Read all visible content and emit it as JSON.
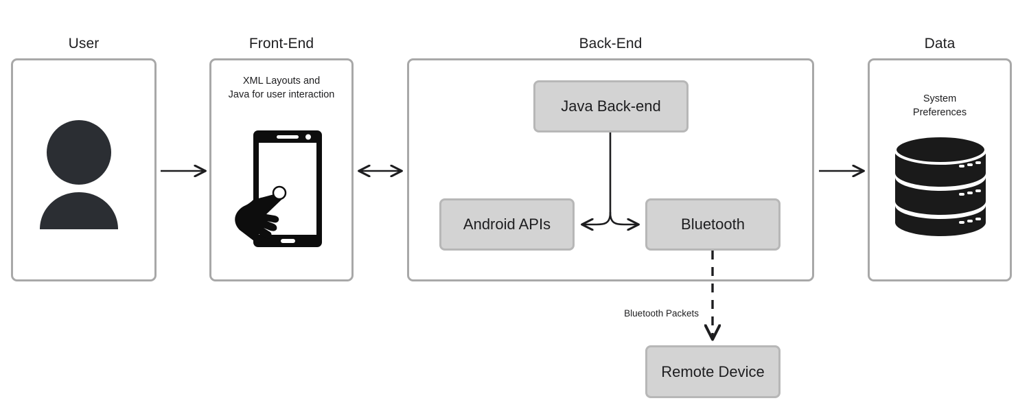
{
  "diagram": {
    "title_visible": false,
    "background": "#ffffff",
    "panel_border_color": "#a8a8a8",
    "node_fill_color": "#d3d3d3",
    "node_border_color": "#b7b7b7",
    "ink_color": "#1d1d1f"
  },
  "groups": [
    {
      "id": "user",
      "label": "User"
    },
    {
      "id": "front_end",
      "label": "Front-End"
    },
    {
      "id": "back_end",
      "label": "Back-End"
    },
    {
      "id": "data",
      "label": "Data"
    }
  ],
  "front_end": {
    "caption": "XML Layouts and\nJava for user interaction",
    "icon": "tablet-hand-icon"
  },
  "user": {
    "icon": "user-avatar-icon"
  },
  "data": {
    "caption": "System\nPreferences",
    "icon": "database-cylinder-icon"
  },
  "back_end": {
    "nodes": [
      {
        "id": "java_backend",
        "label": "Java Back-end"
      },
      {
        "id": "android_apis",
        "label": "Android APIs"
      },
      {
        "id": "bluetooth",
        "label": "Bluetooth"
      }
    ]
  },
  "external": {
    "nodes": [
      {
        "id": "remote_device",
        "label": "Remote Device"
      }
    ]
  },
  "connectors": [
    {
      "id": "user-to-frontend",
      "from": "user",
      "to": "front_end",
      "style": "solid",
      "arrows": "end",
      "label": ""
    },
    {
      "id": "frontend-to-backend",
      "from": "front_end",
      "to": "back_end",
      "style": "solid",
      "arrows": "both",
      "label": ""
    },
    {
      "id": "backend-to-data",
      "from": "back_end",
      "to": "data",
      "style": "solid",
      "arrows": "end",
      "label": ""
    },
    {
      "id": "java-to-android-apis",
      "from": "java_backend",
      "to": "android_apis",
      "style": "solid",
      "arrows": "end",
      "label": ""
    },
    {
      "id": "java-to-bluetooth",
      "from": "java_backend",
      "to": "bluetooth",
      "style": "solid",
      "arrows": "end",
      "label": ""
    },
    {
      "id": "bluetooth-to-remote",
      "from": "bluetooth",
      "to": "remote_device",
      "style": "dashed",
      "arrows": "end",
      "label": "Bluetooth Packets"
    }
  ]
}
